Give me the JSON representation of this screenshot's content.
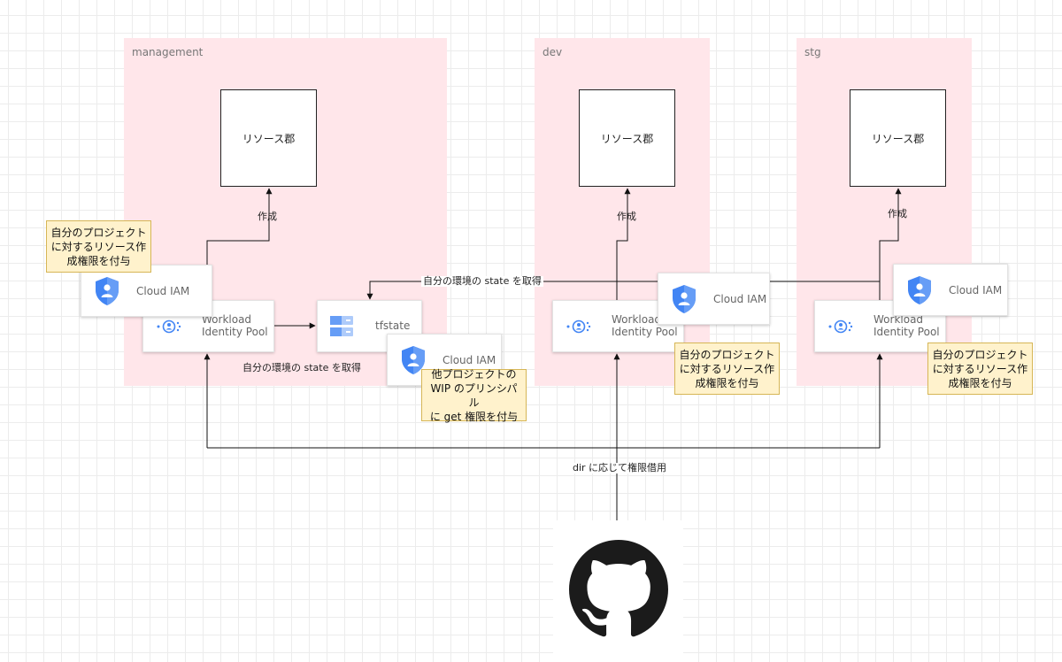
{
  "environments": [
    {
      "label": "management"
    },
    {
      "label": "dev"
    },
    {
      "label": "stg"
    }
  ],
  "resources": {
    "label": "リソース郡"
  },
  "cloud_iam": {
    "label": "Cloud IAM"
  },
  "workload_identity_pool": {
    "line1": "Workload",
    "line2": "Identity Pool"
  },
  "tfstate": {
    "label": "tfstate"
  },
  "edge_labels": {
    "create": "作成",
    "get_own_state": "自分の環境の state を取得",
    "borrow_by_dir": "dir に応じて権限借用"
  },
  "notes": {
    "own_project": [
      "自分のプロジェクト",
      "に対するリソース作",
      "成権限を付与"
    ],
    "other_project": [
      "他プロジェクトの",
      "WIP のプリンシパル",
      "に get 権限を付与"
    ]
  },
  "colors": {
    "env_bg": "#ffe6ea",
    "note_bg": "#fff2cc",
    "note_border": "#d6b656",
    "gcp_blue": "#4285f4"
  },
  "icons": [
    "github-icon",
    "iam-shield-icon",
    "workload-identity-icon",
    "storage-icon"
  ]
}
